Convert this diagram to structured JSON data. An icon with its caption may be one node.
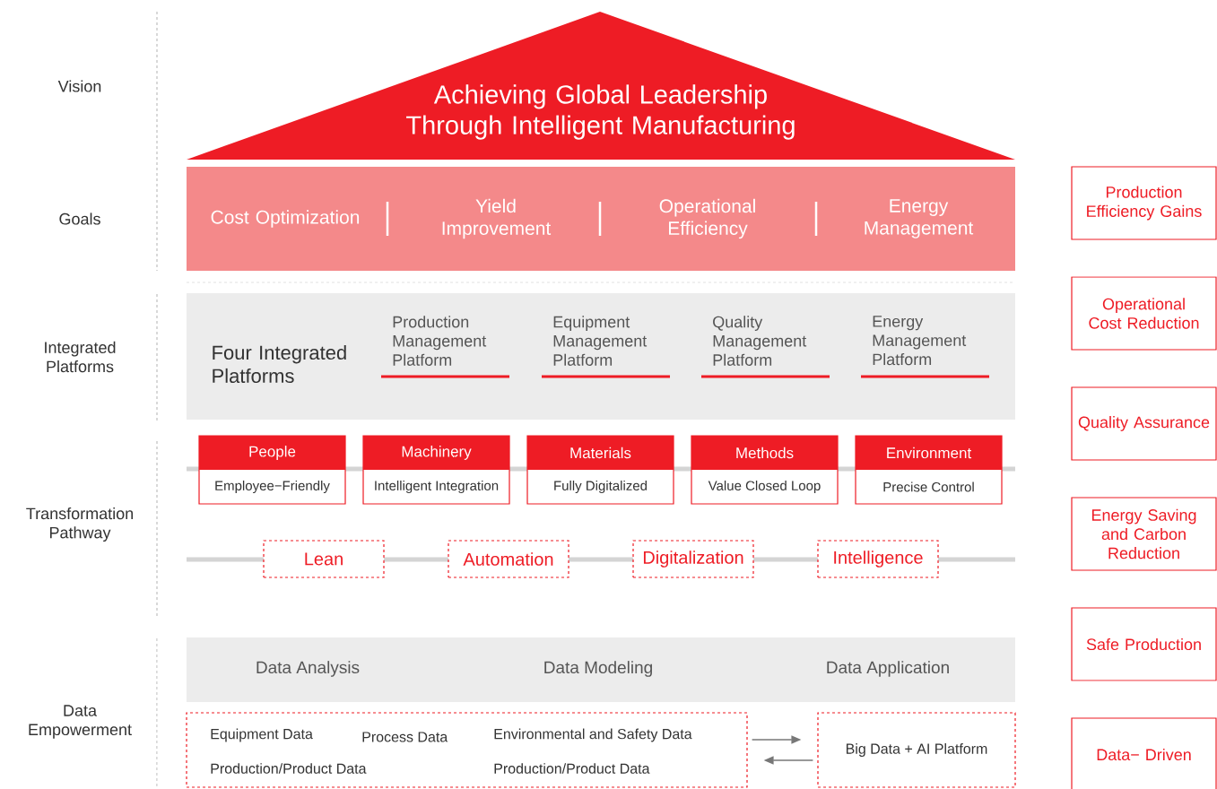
{
  "diagram": {
    "nodes": [
      {
        "text": [
          "Achieving Global Leadership Through Intelligent Manufacturing"
        ]
      },
      {
        "text": [
          "Cost Optimization",
          "Yield Improvement",
          "Operational Efficiency",
          "Energy Management"
        ]
      },
      {
        "text": [
          "Four Integrated Platforms",
          "Production Management Platform",
          "Equipment Management Platform",
          "Quality Management Platform",
          "Energy Management Platform"
        ]
      },
      {
        "text": [
          "People",
          "Employee−Friendly"
        ]
      },
      {
        "text": [
          "Machinery",
          "Intelligent Integration"
        ]
      },
      {
        "text": [
          "Materials",
          "Fully Digitalized"
        ]
      },
      {
        "text": [
          "Methods",
          "Value Closed Loop"
        ]
      },
      {
        "text": [
          "Environment",
          "Precise Control"
        ]
      },
      {
        "text": [
          "Lean"
        ]
      },
      {
        "text": [
          "Automation"
        ]
      },
      {
        "text": [
          "Digitalization"
        ]
      },
      {
        "text": [
          "Intelligence"
        ]
      },
      {
        "text": [
          "Data Analysis",
          "Data Modeling",
          "Data Application"
        ]
      },
      {
        "text": [
          "Equipment Data",
          "Process Data",
          "Environmental and Safety Data",
          "Production/Product Data",
          "Production/Product Data"
        ]
      },
      {
        "text": [
          "Big Data + AI Platform"
        ]
      },
      {
        "text": [
          "Production Efficiency Gains"
        ]
      },
      {
        "text": [
          "Operational Cost Reduction"
        ]
      },
      {
        "text": [
          "Quality Assurance"
        ]
      },
      {
        "text": [
          "Energy Saving and Carbon Reduction"
        ]
      },
      {
        "text": [
          "Safe Production"
        ]
      },
      {
        "text": [
          "Data− Driven"
        ]
      }
    ],
    "edges": [
      {
        "from": 13,
        "to": 14,
        "arrow": "to"
      },
      {
        "from": 14,
        "to": 13,
        "arrow": "to"
      }
    ],
    "labels": [
      "Vision",
      "Goals",
      "Integrated Platforms",
      "Transformation Pathway",
      "Data Empowerment"
    ]
  }
}
